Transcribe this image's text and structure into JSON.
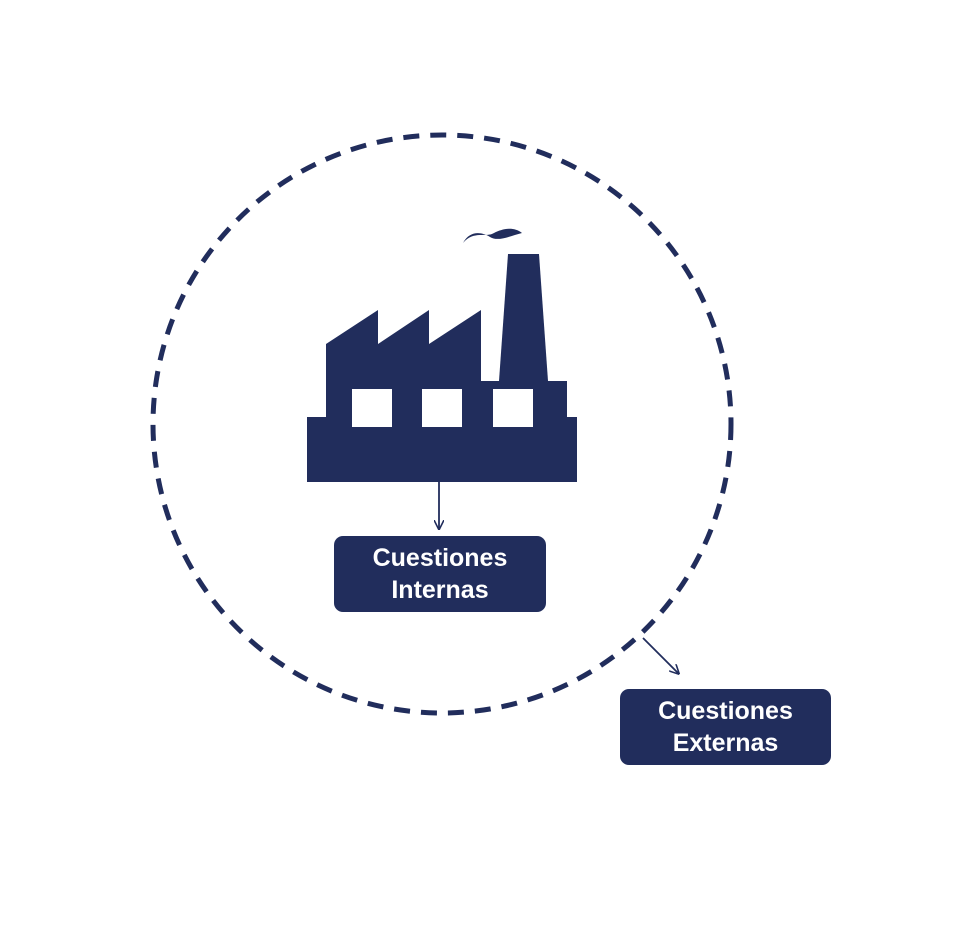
{
  "colors": {
    "navy": "#212d5c",
    "background": "#ffffff"
  },
  "icons": {
    "center": "factory-icon"
  },
  "labels": {
    "internal": {
      "line1": "Cuestiones",
      "line2": "Internas"
    },
    "external": {
      "line1": "Cuestiones",
      "line2": "Externas"
    }
  }
}
